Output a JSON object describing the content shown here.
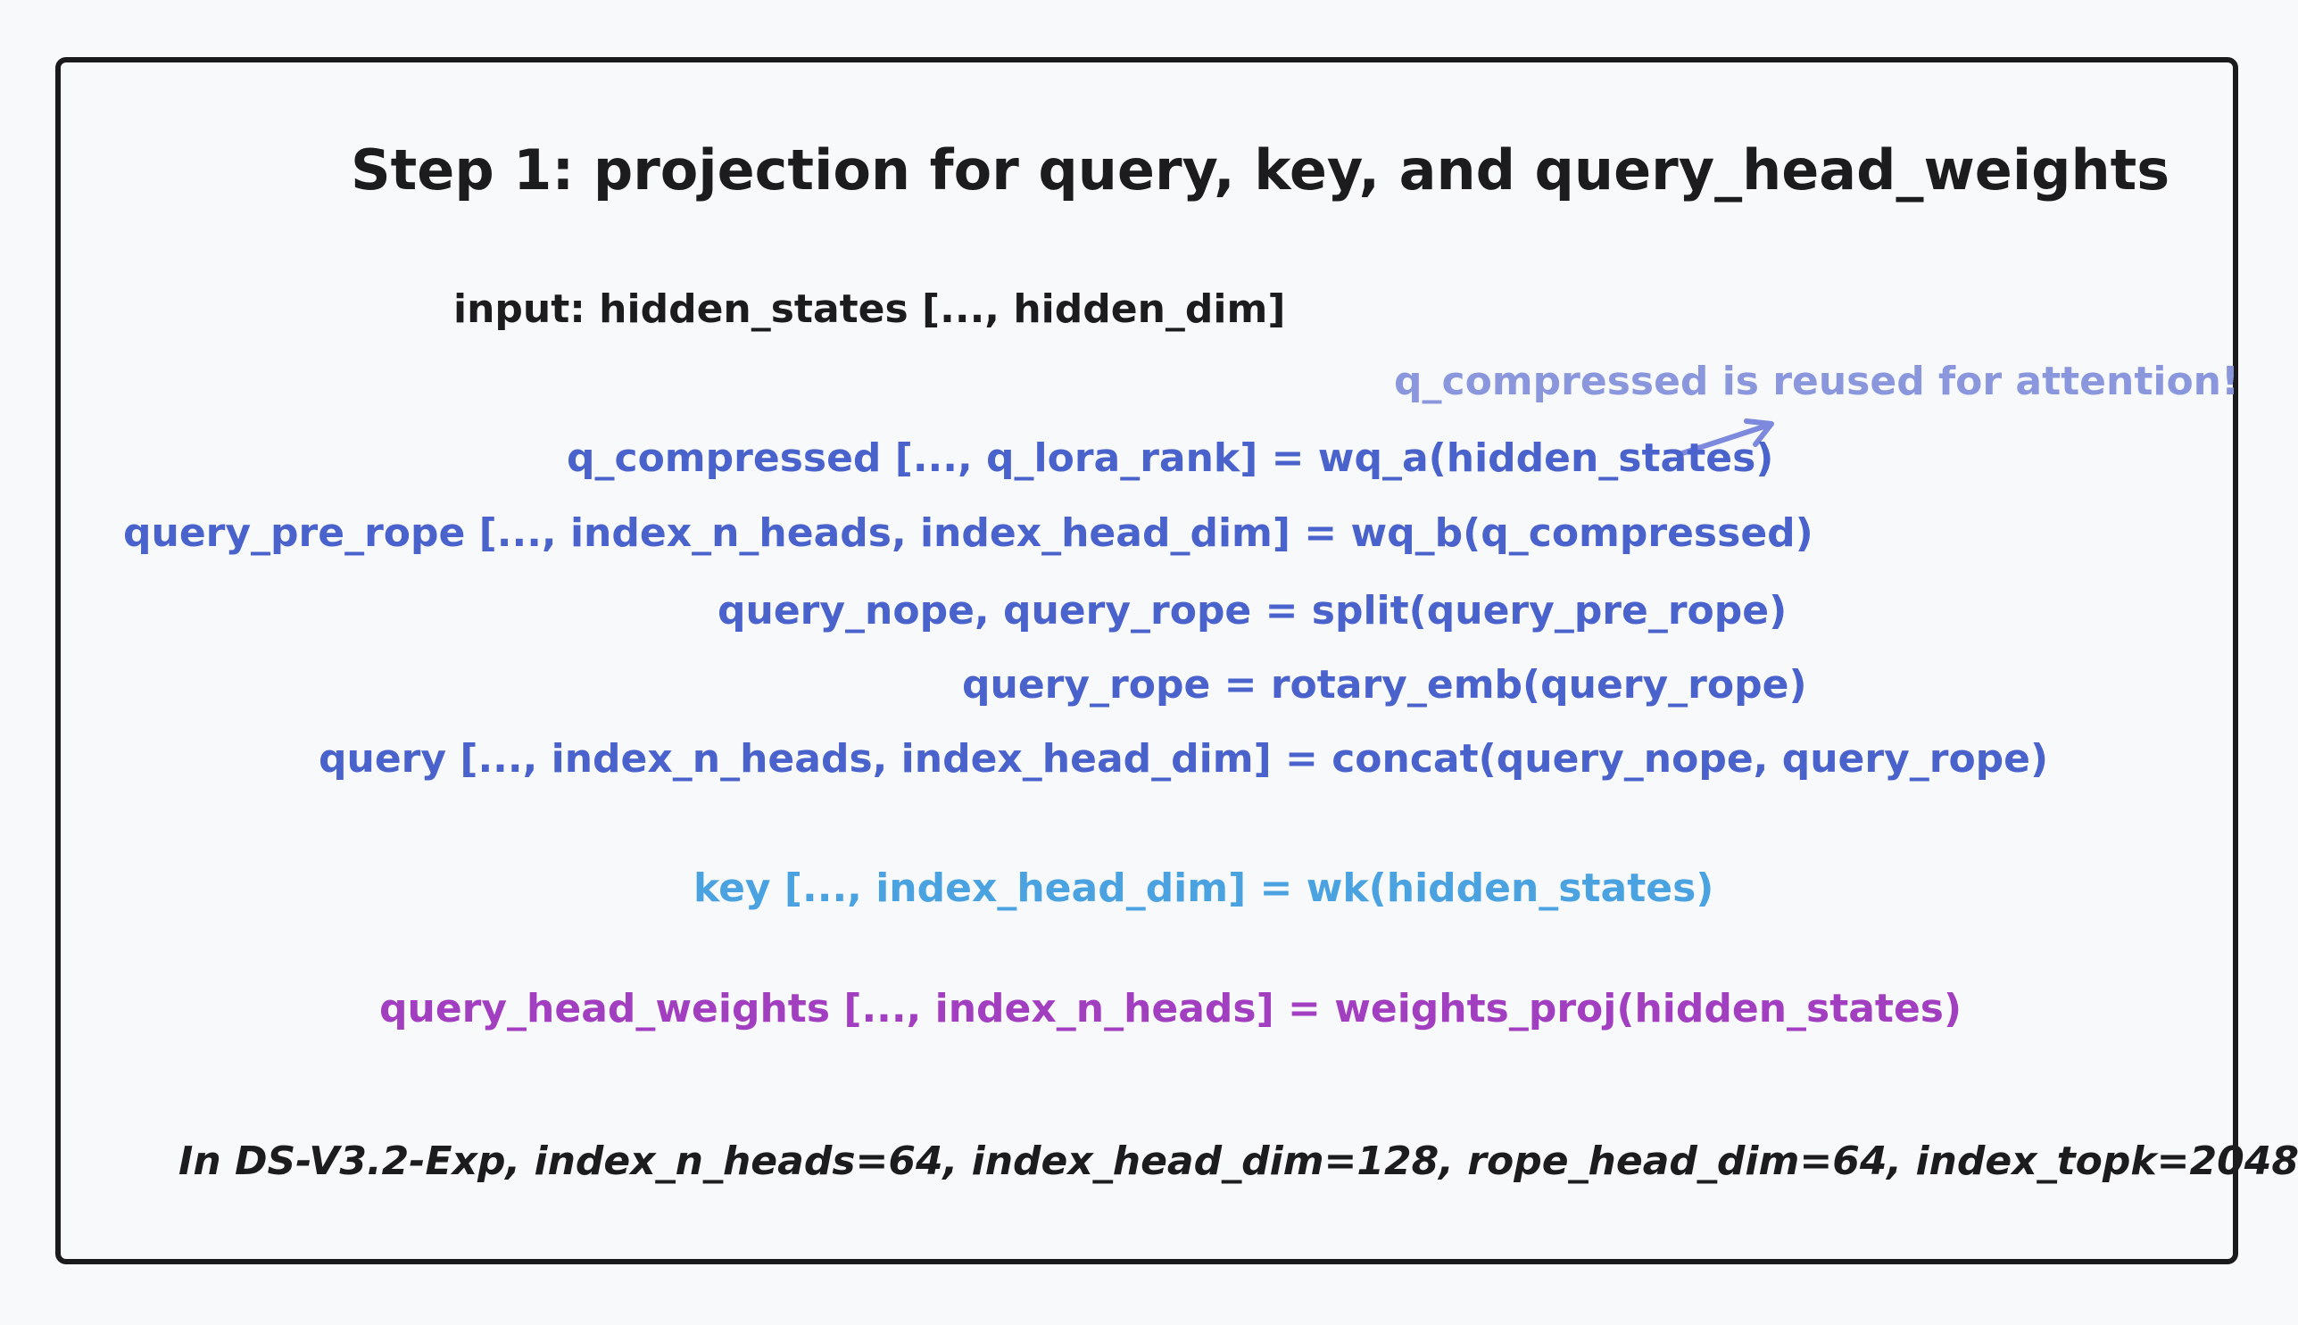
{
  "title": "Step 1: projection for query, key, and query_head_weights",
  "input_line": "input: hidden_states [..., hidden_dim]",
  "note": "q_compressed is reused for attention!",
  "query_lines": [
    "q_compressed [..., q_lora_rank] = wq_a(hidden_states)",
    "query_pre_rope [...,  index_n_heads, index_head_dim] = wq_b(q_compressed)",
    "query_nope, query_rope = split(query_pre_rope)",
    "query_rope = rotary_emb(query_rope)",
    "query [...,  index_n_heads, index_head_dim] = concat(query_nope, query_rope)"
  ],
  "key_line": "key [..., index_head_dim] = wk(hidden_states)",
  "weights_line": "query_head_weights [..., index_n_heads] = weights_proj(hidden_states)",
  "footer": "In DS-V3.2-Exp, index_n_heads=64, index_head_dim=128, rope_head_dim=64, index_topk=2048",
  "colors": {
    "title": "#1c1c1f",
    "input": "#1c1c1f",
    "note": "#8b97dd",
    "query": "#4a63cc",
    "key": "#4aa3e0",
    "weights": "#a23fc0",
    "arrow": "#7c89dc",
    "border": "#1b1b1d",
    "background": "#f8f9fb"
  }
}
